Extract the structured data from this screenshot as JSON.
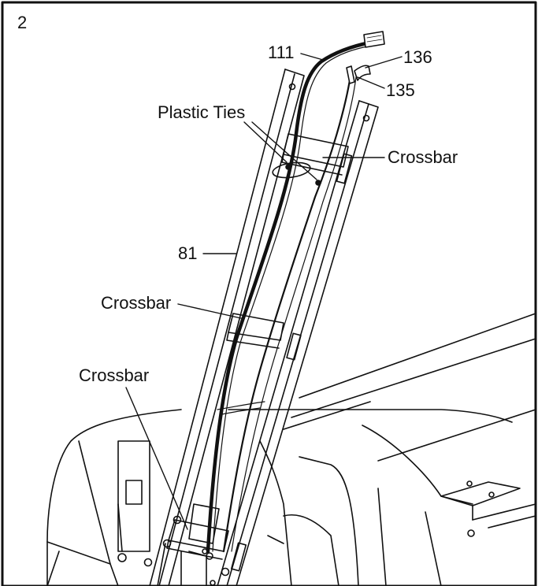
{
  "step_number": "2",
  "labels": {
    "part_111": "111",
    "part_136": "136",
    "part_135": "135",
    "plastic_ties": "Plastic Ties",
    "crossbar_top": "Crossbar",
    "part_81": "81",
    "crossbar_middle": "Crossbar",
    "crossbar_bottom": "Crossbar"
  },
  "colors": {
    "line": "#111111",
    "background": "#ffffff"
  }
}
